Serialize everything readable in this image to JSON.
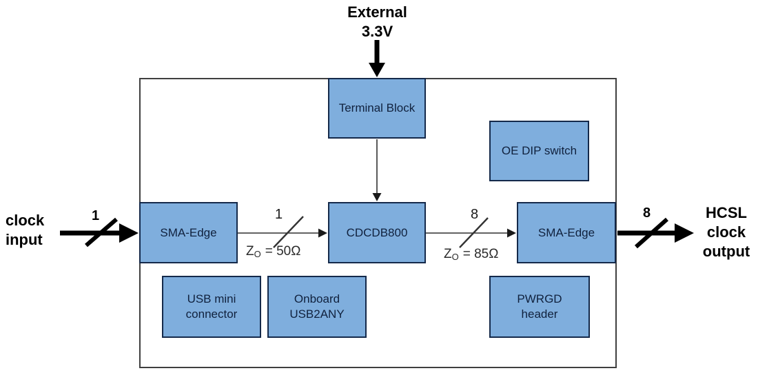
{
  "colors": {
    "box_fill": "#7FAEDD",
    "box_border": "#14294A",
    "board_outline": "#3F3F3F",
    "arrow": "#000000",
    "text": "#000000"
  },
  "labels": {
    "external_supply": {
      "line1": "External",
      "line2": "3.3V"
    },
    "clock_input": {
      "line1": "clock",
      "line2": "input"
    },
    "hcsl_output": {
      "line1": "HCSL",
      "line2": "clock",
      "line3": "output"
    }
  },
  "bus_widths": {
    "clock_input": "1",
    "sma_to_cdc": "1",
    "cdc_to_sma": "8",
    "clock_output": "8"
  },
  "impedances": {
    "input_trace": {
      "symbol": "Z",
      "subscript": "O",
      "value": "= 50Ω"
    },
    "output_trace": {
      "symbol": "Z",
      "subscript": "O",
      "value": "= 85Ω"
    }
  },
  "boxes": {
    "terminal_block": {
      "label": "Terminal Block"
    },
    "oe_dip_switch": {
      "label": "OE DIP switch"
    },
    "sma_edge_left": {
      "label": "SMA-Edge"
    },
    "cdcdb800": {
      "label": "CDCDB800"
    },
    "sma_edge_right": {
      "label": "SMA-Edge"
    },
    "usb_mini_connector": {
      "line1": "USB mini",
      "line2": "connector"
    },
    "onboard_usb2any": {
      "line1": "Onboard",
      "line2": "USB2ANY"
    },
    "pwrgd_header": {
      "line1": "PWRGD",
      "line2": "header"
    }
  }
}
